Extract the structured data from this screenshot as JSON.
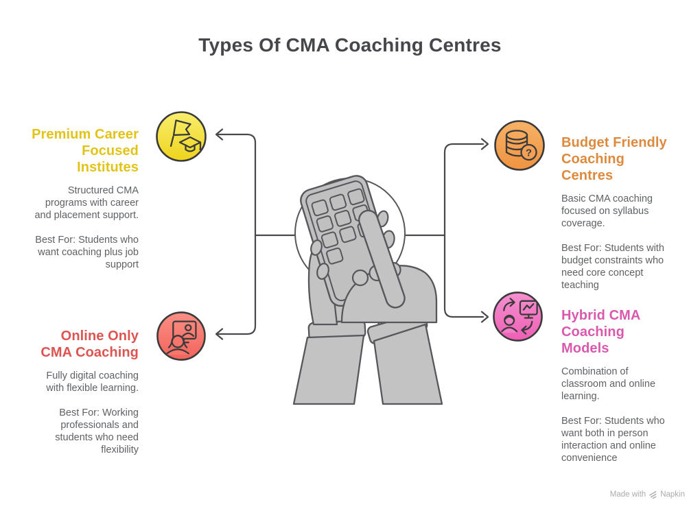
{
  "title": "Types Of CMA Coaching Centres",
  "sections": {
    "premium": {
      "heading": "Premium Career Focused Institutes",
      "description": "Structured CMA programs with career and placement support.",
      "best_for": "Best For: Students who want coaching plus job support",
      "accent_color": "#E2C318",
      "icon": "flag-graduation-icon"
    },
    "online": {
      "heading": "Online Only CMA Coaching",
      "description": "Fully digital coaching with flexible learning.",
      "best_for": "Best For: Working professionals and students who need flexibility",
      "accent_color": "#DD5452",
      "icon": "online-class-icon"
    },
    "budget": {
      "heading": "Budget Friendly Coaching Centres",
      "description": "Basic CMA coaching focused on syllabus coverage.",
      "best_for": "Best For: Students with budget constraints who need core concept teaching",
      "accent_color": "#DD8A3E",
      "icon": "money-question-icon"
    },
    "hybrid": {
      "heading": "Hybrid CMA Coaching Models",
      "description": "Combination of classroom and online learning.",
      "best_for": "Best For: Students who want both in person interaction and online convenience",
      "accent_color": "#DA59AD",
      "icon": "hybrid-sync-icon"
    }
  },
  "center_illustration": "hands-using-calculator-phone",
  "watermark": {
    "text": "Made with",
    "brand": "Napkin"
  }
}
